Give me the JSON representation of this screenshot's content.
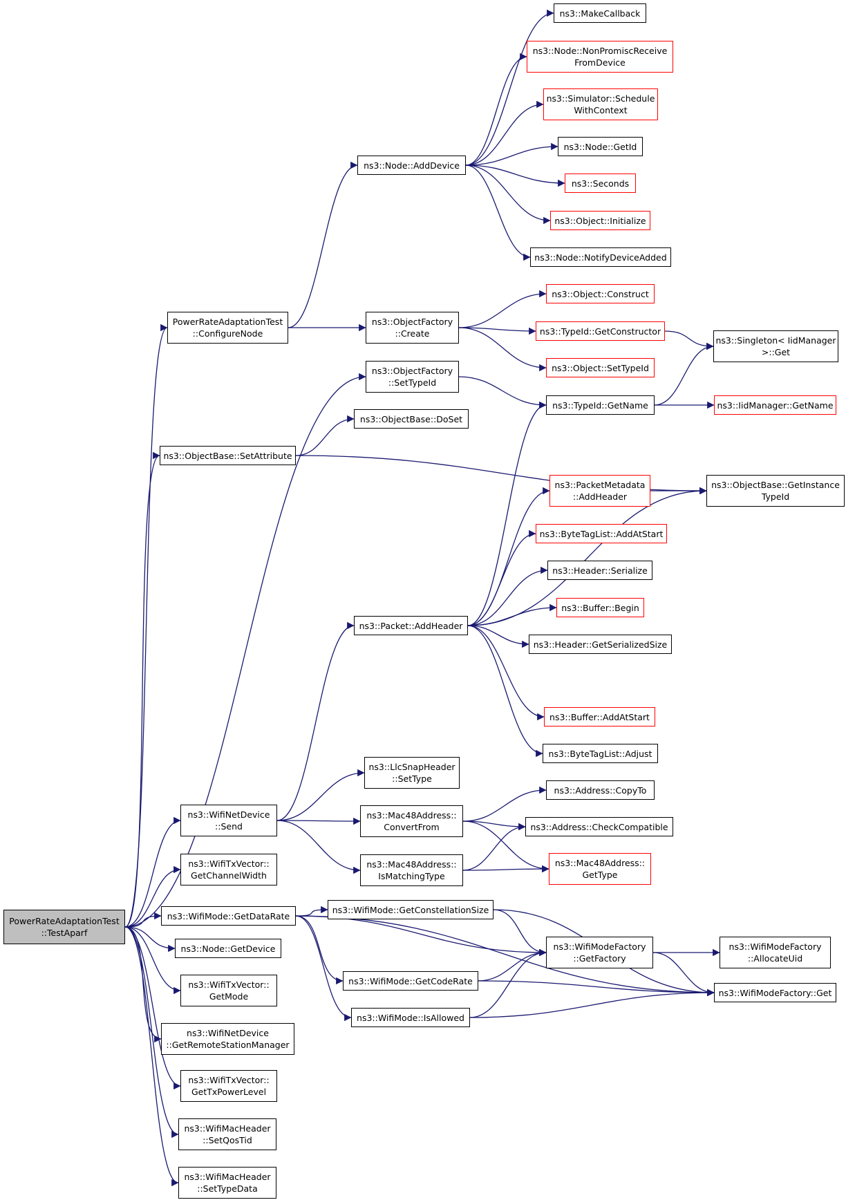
{
  "colors": {
    "edge": "#191970",
    "border": "#000000",
    "incomplete_border": "#ff0000",
    "root_fill": "#bfbfbf"
  },
  "nodes": [
    {
      "id": "root",
      "label": "PowerRateAdaptationTest\n::TestAparf",
      "style": "root"
    },
    {
      "id": "configureNode",
      "label": "PowerRateAdaptationTest\n::ConfigureNode",
      "style": "normal"
    },
    {
      "id": "objFactorySetTypeId",
      "label": "ns3::ObjectFactory\n::SetTypeId",
      "style": "normal"
    },
    {
      "id": "objBaseSetAttribute",
      "label": "ns3::ObjectBase::SetAttribute",
      "style": "normal"
    },
    {
      "id": "wifiNetDeviceSend",
      "label": "ns3::WifiNetDevice\n::Send",
      "style": "normal"
    },
    {
      "id": "txGetChannelWidth",
      "label": "ns3::WifiTxVector::\nGetChannelWidth",
      "style": "normal"
    },
    {
      "id": "wifiModeGetDataRate",
      "label": "ns3::WifiMode::GetDataRate",
      "style": "normal"
    },
    {
      "id": "nodeGetDevice",
      "label": "ns3::Node::GetDevice",
      "style": "normal"
    },
    {
      "id": "txGetMode",
      "label": "ns3::WifiTxVector::\nGetMode",
      "style": "normal"
    },
    {
      "id": "getRemoteStationManager",
      "label": "ns3::WifiNetDevice\n::GetRemoteStationManager",
      "style": "normal"
    },
    {
      "id": "txGetTxPowerLevel",
      "label": "ns3::WifiTxVector::\nGetTxPowerLevel",
      "style": "normal"
    },
    {
      "id": "macSetQosTid",
      "label": "ns3::WifiMacHeader\n::SetQosTid",
      "style": "normal"
    },
    {
      "id": "macSetTypeData",
      "label": "ns3::WifiMacHeader\n::SetTypeData",
      "style": "normal"
    },
    {
      "id": "nodeAddDevice",
      "label": "ns3::Node::AddDevice",
      "style": "normal"
    },
    {
      "id": "objFactoryCreate",
      "label": "ns3::ObjectFactory\n::Create",
      "style": "normal"
    },
    {
      "id": "makeCallback",
      "label": "ns3::MakeCallback",
      "style": "normal"
    },
    {
      "id": "nonPromisc",
      "label": "ns3::Node::NonPromiscReceive\nFromDevice",
      "style": "incomplete"
    },
    {
      "id": "scheduleWithContext",
      "label": "ns3::Simulator::Schedule\nWithContext",
      "style": "incomplete"
    },
    {
      "id": "nodeGetId",
      "label": "ns3::Node::GetId",
      "style": "normal"
    },
    {
      "id": "seconds",
      "label": "ns3::Seconds",
      "style": "incomplete"
    },
    {
      "id": "objectInitialize",
      "label": "ns3::Object::Initialize",
      "style": "incomplete"
    },
    {
      "id": "notifyDeviceAdded",
      "label": "ns3::Node::NotifyDeviceAdded",
      "style": "normal"
    },
    {
      "id": "objectConstruct",
      "label": "ns3::Object::Construct",
      "style": "incomplete"
    },
    {
      "id": "typeIdGetConstructor",
      "label": "ns3::TypeId::GetConstructor",
      "style": "incomplete"
    },
    {
      "id": "objectSetTypeId",
      "label": "ns3::Object::SetTypeId",
      "style": "incomplete"
    },
    {
      "id": "singletonGet",
      "label": "ns3::Singleton< IidManager\n>::Get",
      "style": "normal"
    },
    {
      "id": "typeIdGetName",
      "label": "ns3::TypeId::GetName",
      "style": "normal"
    },
    {
      "id": "iidGetName",
      "label": "ns3::IidManager::GetName",
      "style": "incomplete"
    },
    {
      "id": "objBaseDoSet",
      "label": "ns3::ObjectBase::DoSet",
      "style": "normal"
    },
    {
      "id": "getInstanceTypeId",
      "label": "ns3::ObjectBase::GetInstance\nTypeId",
      "style": "normal"
    },
    {
      "id": "pmAddHeader",
      "label": "ns3::PacketMetadata\n::AddHeader",
      "style": "incomplete"
    },
    {
      "id": "btlAddAtStart",
      "label": "ns3::ByteTagList::AddAtStart",
      "style": "incomplete"
    },
    {
      "id": "headerSerialize",
      "label": "ns3::Header::Serialize",
      "style": "normal"
    },
    {
      "id": "bufferBegin",
      "label": "ns3::Buffer::Begin",
      "style": "incomplete"
    },
    {
      "id": "packetAddHeader",
      "label": "ns3::Packet::AddHeader",
      "style": "normal"
    },
    {
      "id": "headerGetSerializedSize",
      "label": "ns3::Header::GetSerializedSize",
      "style": "normal"
    },
    {
      "id": "bufferAddAtStart",
      "label": "ns3::Buffer::AddAtStart",
      "style": "incomplete"
    },
    {
      "id": "btlAdjust",
      "label": "ns3::ByteTagList::Adjust",
      "style": "normal"
    },
    {
      "id": "llcSetType",
      "label": "ns3::LlcSnapHeader\n::SetType",
      "style": "normal"
    },
    {
      "id": "addressCopyTo",
      "label": "ns3::Address::CopyTo",
      "style": "normal"
    },
    {
      "id": "macConvertFrom",
      "label": "ns3::Mac48Address::\nConvertFrom",
      "style": "normal"
    },
    {
      "id": "addressCheckCompatible",
      "label": "ns3::Address::CheckCompatible",
      "style": "normal"
    },
    {
      "id": "macIsMatchingType",
      "label": "ns3::Mac48Address::\nIsMatchingType",
      "style": "normal"
    },
    {
      "id": "macGetType",
      "label": "ns3::Mac48Address::\nGetType",
      "style": "incomplete"
    },
    {
      "id": "getConstellationSize",
      "label": "ns3::WifiMode::GetConstellationSize",
      "style": "normal"
    },
    {
      "id": "wmfGetFactory",
      "label": "ns3::WifiModeFactory\n::GetFactory",
      "style": "normal"
    },
    {
      "id": "wmfAllocateUid",
      "label": "ns3::WifiModeFactory\n::AllocateUid",
      "style": "normal"
    },
    {
      "id": "getCodeRate",
      "label": "ns3::WifiMode::GetCodeRate",
      "style": "normal"
    },
    {
      "id": "wmfGet",
      "label": "ns3::WifiModeFactory::Get",
      "style": "normal"
    },
    {
      "id": "isAllowed",
      "label": "ns3::WifiMode::IsAllowed",
      "style": "normal"
    }
  ],
  "edges": [
    [
      "root",
      "configureNode"
    ],
    [
      "root",
      "objFactorySetTypeId"
    ],
    [
      "root",
      "objBaseSetAttribute"
    ],
    [
      "root",
      "wifiNetDeviceSend"
    ],
    [
      "root",
      "txGetChannelWidth"
    ],
    [
      "root",
      "wifiModeGetDataRate"
    ],
    [
      "root",
      "nodeGetDevice"
    ],
    [
      "root",
      "txGetMode"
    ],
    [
      "root",
      "getRemoteStationManager"
    ],
    [
      "root",
      "txGetTxPowerLevel"
    ],
    [
      "root",
      "macSetQosTid"
    ],
    [
      "root",
      "macSetTypeData"
    ],
    [
      "configureNode",
      "nodeAddDevice"
    ],
    [
      "configureNode",
      "objFactoryCreate"
    ],
    [
      "nodeAddDevice",
      "makeCallback"
    ],
    [
      "nodeAddDevice",
      "nonPromisc"
    ],
    [
      "nodeAddDevice",
      "scheduleWithContext"
    ],
    [
      "nodeAddDevice",
      "nodeGetId"
    ],
    [
      "nodeAddDevice",
      "seconds"
    ],
    [
      "nodeAddDevice",
      "objectInitialize"
    ],
    [
      "nodeAddDevice",
      "notifyDeviceAdded"
    ],
    [
      "objFactoryCreate",
      "objectConstruct"
    ],
    [
      "objFactoryCreate",
      "typeIdGetConstructor"
    ],
    [
      "objFactoryCreate",
      "objectSetTypeId"
    ],
    [
      "typeIdGetConstructor",
      "singletonGet"
    ],
    [
      "objFactorySetTypeId",
      "typeIdGetName"
    ],
    [
      "typeIdGetName",
      "singletonGet"
    ],
    [
      "typeIdGetName",
      "iidGetName"
    ],
    [
      "objBaseSetAttribute",
      "objBaseDoSet"
    ],
    [
      "objBaseSetAttribute",
      "getInstanceTypeId"
    ],
    [
      "packetAddHeader",
      "typeIdGetName"
    ],
    [
      "packetAddHeader",
      "pmAddHeader"
    ],
    [
      "pmAddHeader",
      "getInstanceTypeId"
    ],
    [
      "packetAddHeader",
      "btlAddAtStart"
    ],
    [
      "packetAddHeader",
      "headerSerialize"
    ],
    [
      "packetAddHeader",
      "bufferBegin"
    ],
    [
      "packetAddHeader",
      "headerGetSerializedSize"
    ],
    [
      "packetAddHeader",
      "getInstanceTypeId"
    ],
    [
      "packetAddHeader",
      "bufferAddAtStart"
    ],
    [
      "packetAddHeader",
      "btlAdjust"
    ],
    [
      "wifiNetDeviceSend",
      "packetAddHeader"
    ],
    [
      "wifiNetDeviceSend",
      "llcSetType"
    ],
    [
      "wifiNetDeviceSend",
      "macConvertFrom"
    ],
    [
      "wifiNetDeviceSend",
      "macIsMatchingType"
    ],
    [
      "macConvertFrom",
      "addressCopyTo"
    ],
    [
      "macConvertFrom",
      "addressCheckCompatible"
    ],
    [
      "macConvertFrom",
      "macGetType"
    ],
    [
      "macIsMatchingType",
      "addressCheckCompatible"
    ],
    [
      "macIsMatchingType",
      "macGetType"
    ],
    [
      "wifiModeGetDataRate",
      "getConstellationSize"
    ],
    [
      "wifiModeGetDataRate",
      "wmfGetFactory"
    ],
    [
      "wifiModeGetDataRate",
      "getCodeRate"
    ],
    [
      "wifiModeGetDataRate",
      "isAllowed"
    ],
    [
      "wifiModeGetDataRate",
      "wmfGet"
    ],
    [
      "getConstellationSize",
      "wmfGetFactory"
    ],
    [
      "getConstellationSize",
      "wmfGet"
    ],
    [
      "wmfGetFactory",
      "wmfAllocateUid"
    ],
    [
      "wmfGetFactory",
      "wmfGet"
    ],
    [
      "getCodeRate",
      "wmfGetFactory"
    ],
    [
      "getCodeRate",
      "wmfGet"
    ],
    [
      "isAllowed",
      "wmfGetFactory"
    ],
    [
      "isAllowed",
      "wmfGet"
    ]
  ]
}
